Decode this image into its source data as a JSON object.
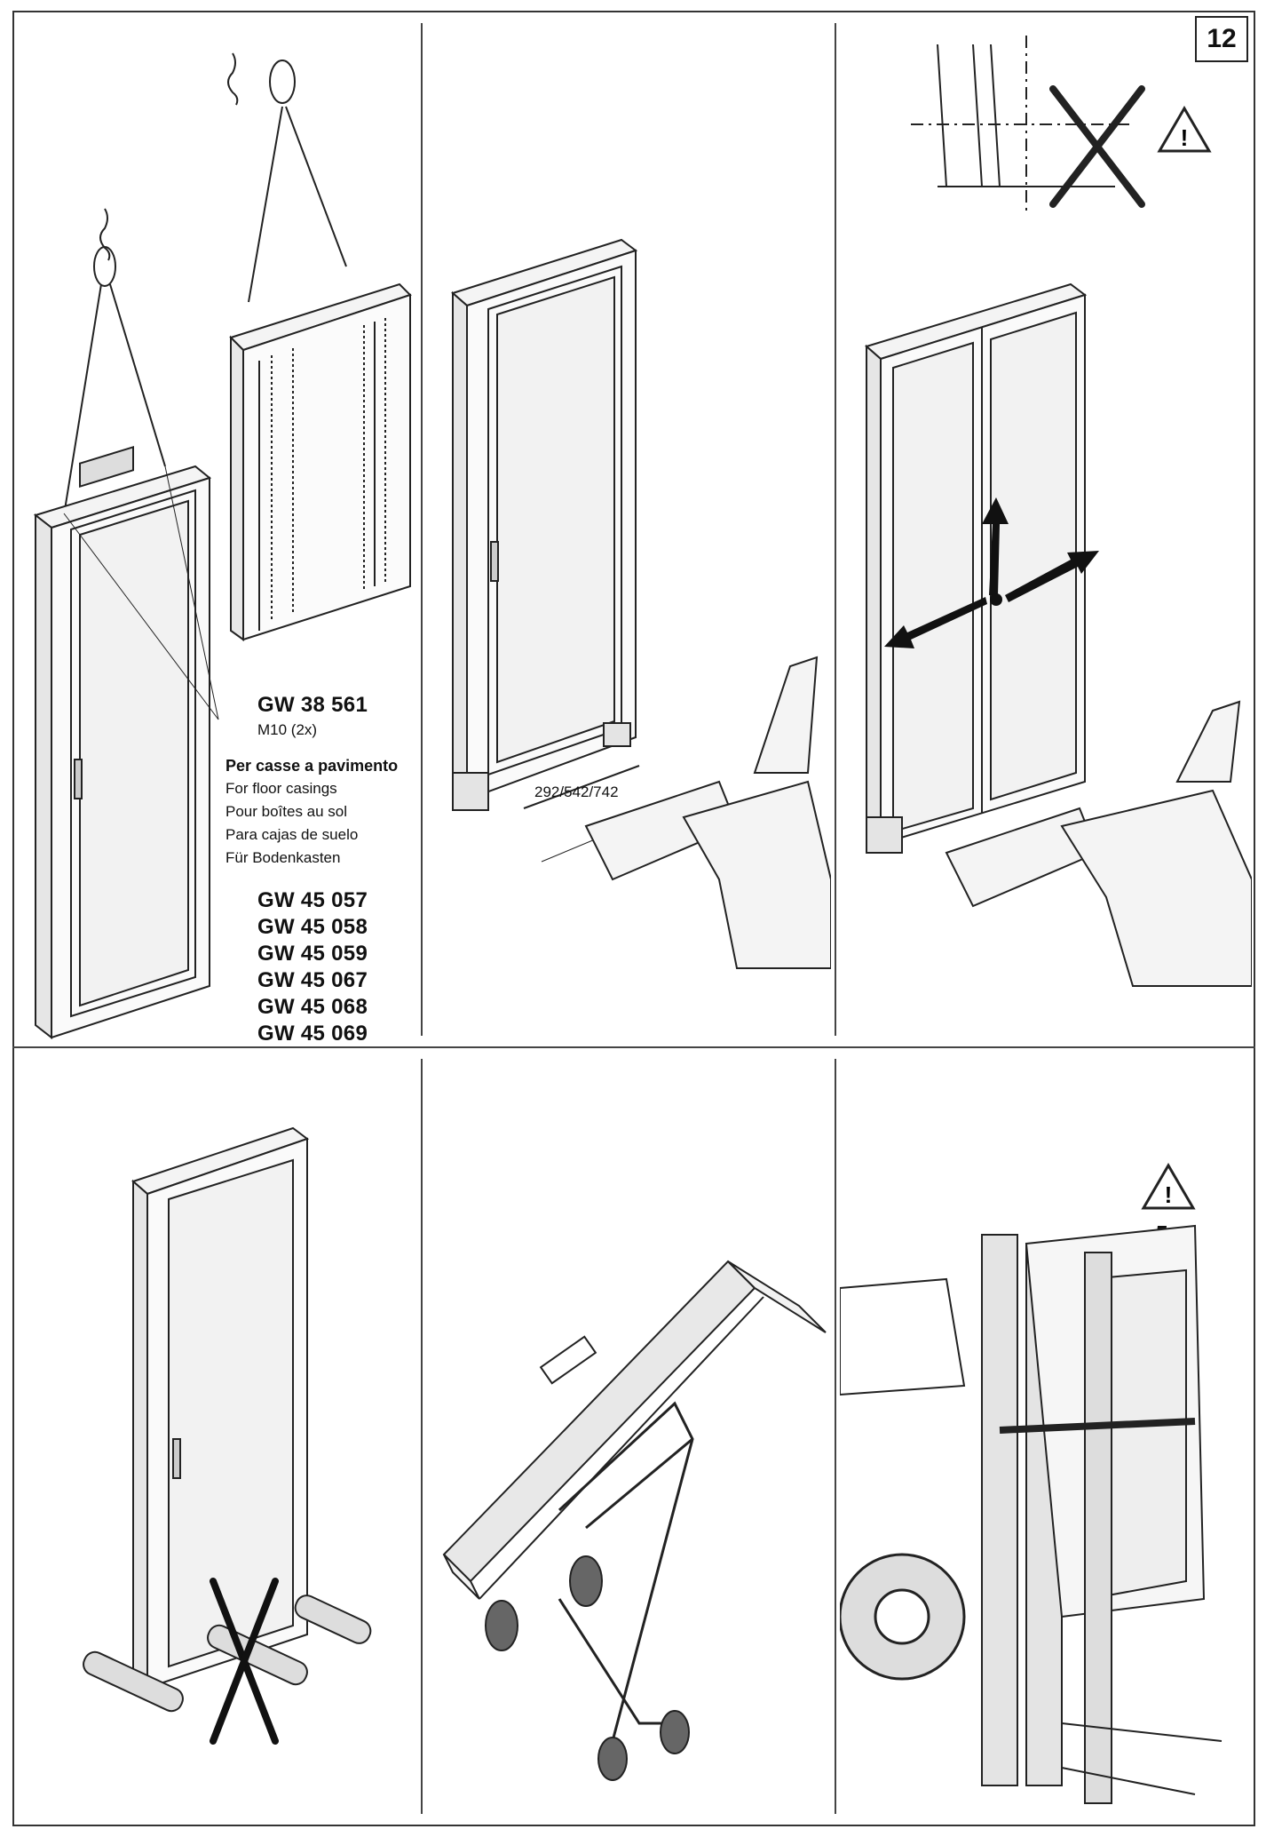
{
  "page_number": "12",
  "panel1": {
    "part_code": "GW 38 561",
    "bolt_spec": "M10 (2x)",
    "heading_it": "Per casse a pavimento",
    "lines": [
      "For floor casings",
      "Pour boîtes au sol",
      "Para cajas de suelo",
      "Für Bodenkasten"
    ],
    "codes": [
      "GW 45 057",
      "GW 45 058",
      "GW 45 059",
      "GW 45 067",
      "GW 45 068",
      "GW 45 069"
    ]
  },
  "panel2": {
    "dimension": "292/542/742"
  },
  "icons": [
    "warning-triangle-icon",
    "cross-prohibited-icon"
  ]
}
